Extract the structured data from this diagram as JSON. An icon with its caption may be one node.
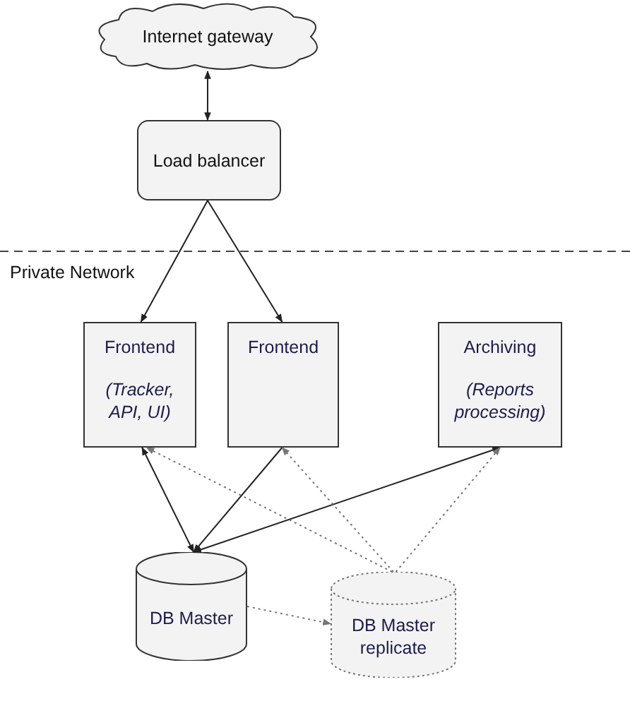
{
  "diagram": {
    "nodes": [
      {
        "text": [
          "Internet gateway"
        ]
      },
      {
        "text": [
          "Load balancer"
        ]
      },
      {
        "text": [
          "Frontend",
          "(Tracker, API, UI)"
        ]
      },
      {
        "text": [
          "Frontend"
        ]
      },
      {
        "text": [
          "Archiving",
          "(Reports processing)"
        ]
      },
      {
        "text": [
          "DB Master"
        ]
      },
      {
        "text": [
          "DB Master replicate"
        ]
      }
    ],
    "edges": [
      {
        "from": 0,
        "to": 1,
        "arrow": "both"
      },
      {
        "from": 1,
        "to": 2,
        "arrow": "to"
      },
      {
        "from": 1,
        "to": 3,
        "arrow": "to"
      },
      {
        "from": 2,
        "to": 5,
        "arrow": "both"
      },
      {
        "from": 3,
        "to": 5,
        "arrow": "to"
      },
      {
        "from": 4,
        "to": 5,
        "arrow": "both"
      },
      {
        "from": 6,
        "to": 2,
        "arrow": "to",
        "style": "dashed",
        "color": "#777777"
      },
      {
        "from": 6,
        "to": 3,
        "arrow": "to",
        "style": "dashed",
        "color": "#777777"
      },
      {
        "from": 6,
        "to": 4,
        "arrow": "to",
        "style": "dashed",
        "color": "#777777"
      },
      {
        "from": 5,
        "to": 6,
        "arrow": "to",
        "style": "dashed",
        "color": "#777777"
      }
    ],
    "labels": [
      "Private Network"
    ]
  }
}
